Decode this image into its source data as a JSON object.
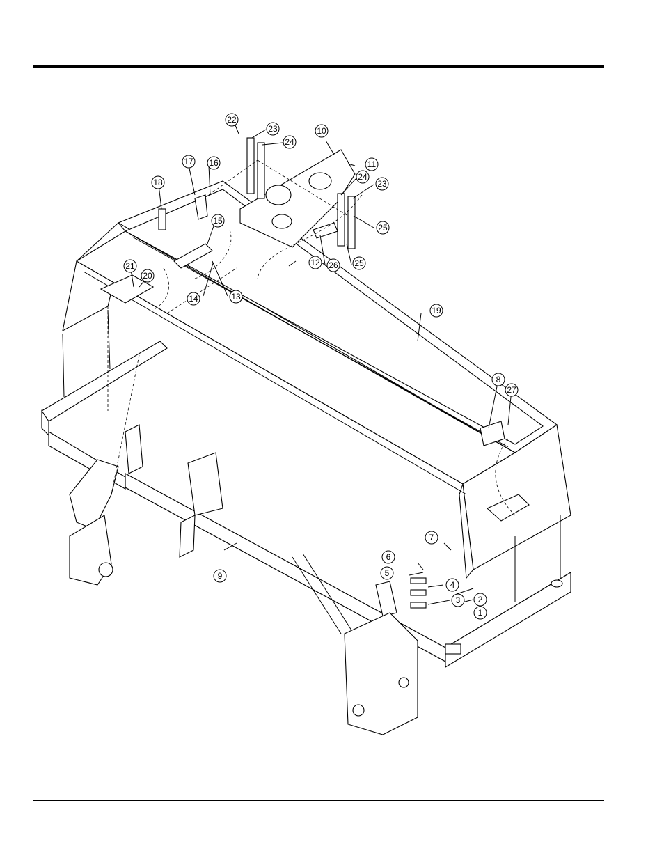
{
  "header": {
    "link_left": "",
    "link_right": ""
  },
  "diagram": {
    "callouts": [
      "1",
      "2",
      "3",
      "4",
      "5",
      "6",
      "7",
      "8",
      "9",
      "10",
      "11",
      "12",
      "13",
      "14",
      "15",
      "16",
      "17",
      "18",
      "19",
      "20",
      "21",
      "22",
      "23",
      "24",
      "25",
      "26",
      "27"
    ]
  }
}
